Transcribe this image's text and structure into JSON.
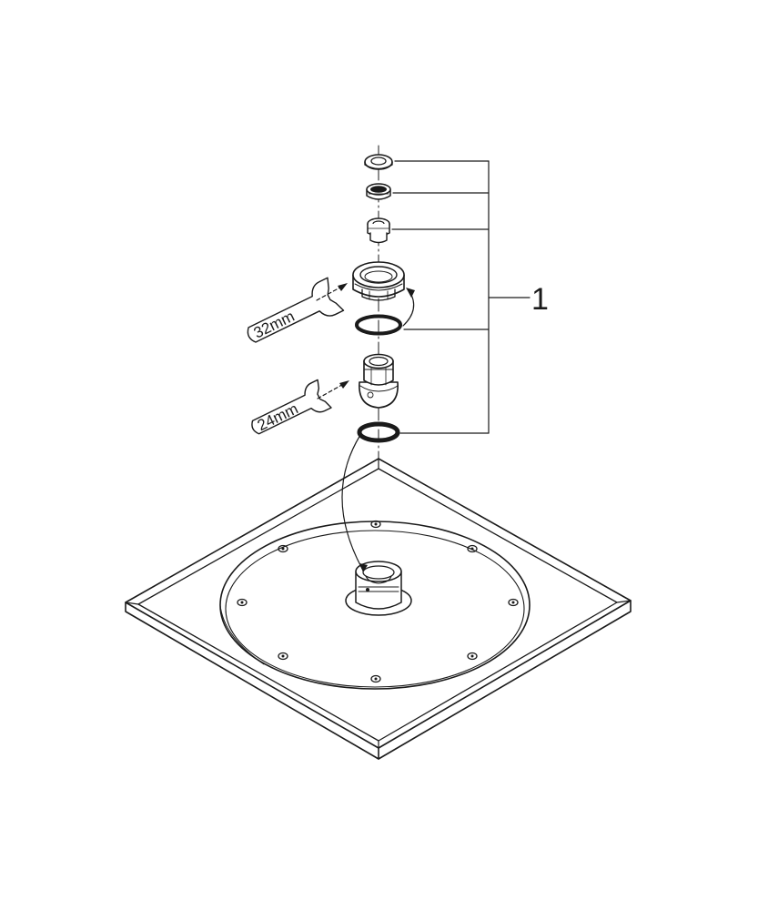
{
  "callout": {
    "number": "1"
  },
  "wrenches": {
    "upper_label": "32mm",
    "lower_label": "24mm"
  },
  "parts": [
    {
      "id": "flat-washer",
      "icon": "washer-icon"
    },
    {
      "id": "filter-screen",
      "icon": "filter-icon"
    },
    {
      "id": "flow-restrictor",
      "icon": "restrictor-icon"
    },
    {
      "id": "ball-joint-nut",
      "icon": "nut-icon"
    },
    {
      "id": "upper-o-ring",
      "icon": "o-ring-icon"
    },
    {
      "id": "ball-joint",
      "icon": "ball-joint-icon"
    },
    {
      "id": "lower-o-ring",
      "icon": "o-ring-icon"
    },
    {
      "id": "square-shower-head",
      "icon": "shower-head-icon"
    }
  ]
}
